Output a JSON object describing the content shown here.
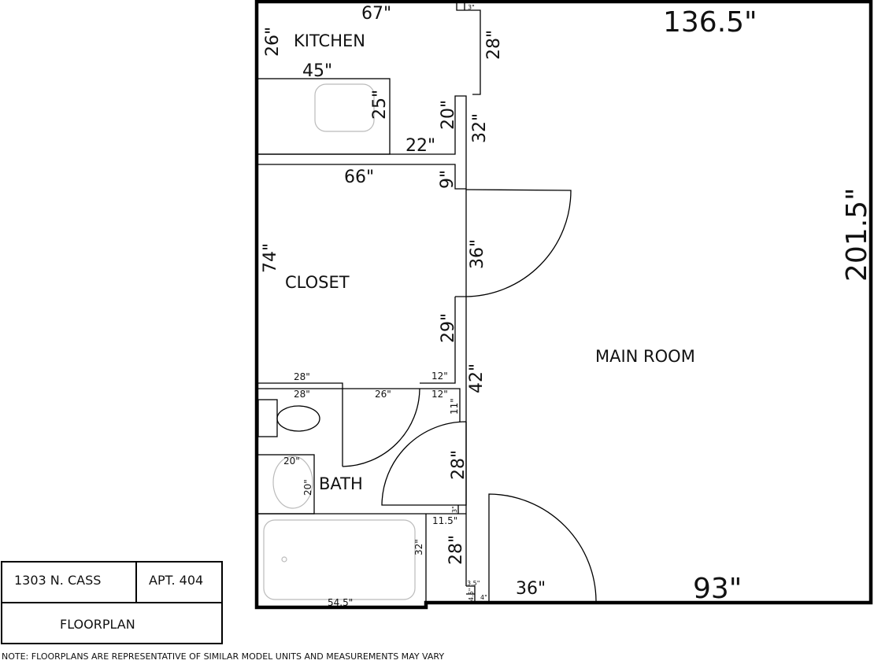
{
  "rooms": {
    "kitchen": "KITCHEN",
    "closet": "CLOSET",
    "bath": "BATH",
    "main": "MAIN ROOM"
  },
  "dimensions": {
    "main_width": "136.5\"",
    "main_height": "201.5\"",
    "main_bottom": "93\"",
    "entry_door": "36\"",
    "kitchen_top": "67\"",
    "kitchen_side": "26\"",
    "counter": "45\"",
    "sink": "25\"",
    "kitchen_wall": "28\"",
    "kitchen_small": "3\"",
    "partition": "20\"",
    "gap": "22\"",
    "wall_32": "32\"",
    "closet_top": "66\"",
    "closet_9": "9\"",
    "closet_side": "74\"",
    "closet_door": "36\"",
    "closet_29": "29\"",
    "wall_42": "42\"",
    "bath_28a": "28\"",
    "bath_28b": "28\"",
    "bath_26": "26\"",
    "bath_12a": "12\"",
    "bath_12b": "12\"",
    "bath_11": "11\"",
    "bath_door": "28\"",
    "vanity_w": "20\"",
    "vanity_h": "20\"",
    "bath_3": "3\"",
    "hall_115": "11.5\"",
    "tub_h": "32\"",
    "hall_28": "28\"",
    "tub_w": "54.5\"",
    "small_35": "3.5\"",
    "small_45": "4.5\"",
    "small_4": "4\""
  },
  "info_box": {
    "address": "1303 N. CASS",
    "apartment": "APT. 404",
    "label": "FLOORPLAN"
  },
  "note": "NOTE: FLOORPLANS ARE REPRESENTATIVE OF SIMILAR MODEL UNITS AND MEASUREMENTS MAY VARY"
}
